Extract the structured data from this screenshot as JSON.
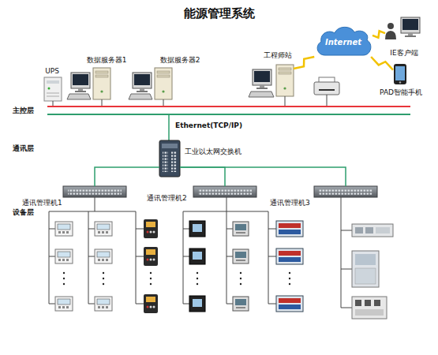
{
  "diagram": {
    "title": "能源管理系统",
    "nodes": [
      {
        "text": [
          "UPS"
        ]
      },
      {
        "text": [
          "数据服务器1"
        ]
      },
      {
        "text": [
          "数据服务器2"
        ]
      },
      {
        "text": [
          "工程师站"
        ]
      },
      {
        "text": [
          "Internet"
        ]
      },
      {
        "text": [
          "IE客户端"
        ]
      },
      {
        "text": [
          "PAD智能手机"
        ]
      },
      {
        "text": [
          "工业以太网交换机"
        ]
      },
      {
        "text": [
          "通讯管理机1"
        ]
      },
      {
        "text": [
          "通讯管理机2"
        ]
      },
      {
        "text": [
          "通讯管理机3"
        ]
      }
    ],
    "edges": [
      {
        "from": 3,
        "to": 4,
        "arrow": "none"
      },
      {
        "from": 4,
        "to": 5,
        "arrow": "none"
      },
      {
        "from": 4,
        "to": 6,
        "arrow": "none"
      },
      {
        "from": 7,
        "to": 8,
        "arrow": "none"
      },
      {
        "from": 7,
        "to": 9,
        "arrow": "none"
      },
      {
        "from": 7,
        "to": 10,
        "arrow": "none"
      }
    ],
    "labels": [
      "主控层",
      "Ethernet(TCP/IP)",
      "通讯层",
      "设备层"
    ]
  }
}
